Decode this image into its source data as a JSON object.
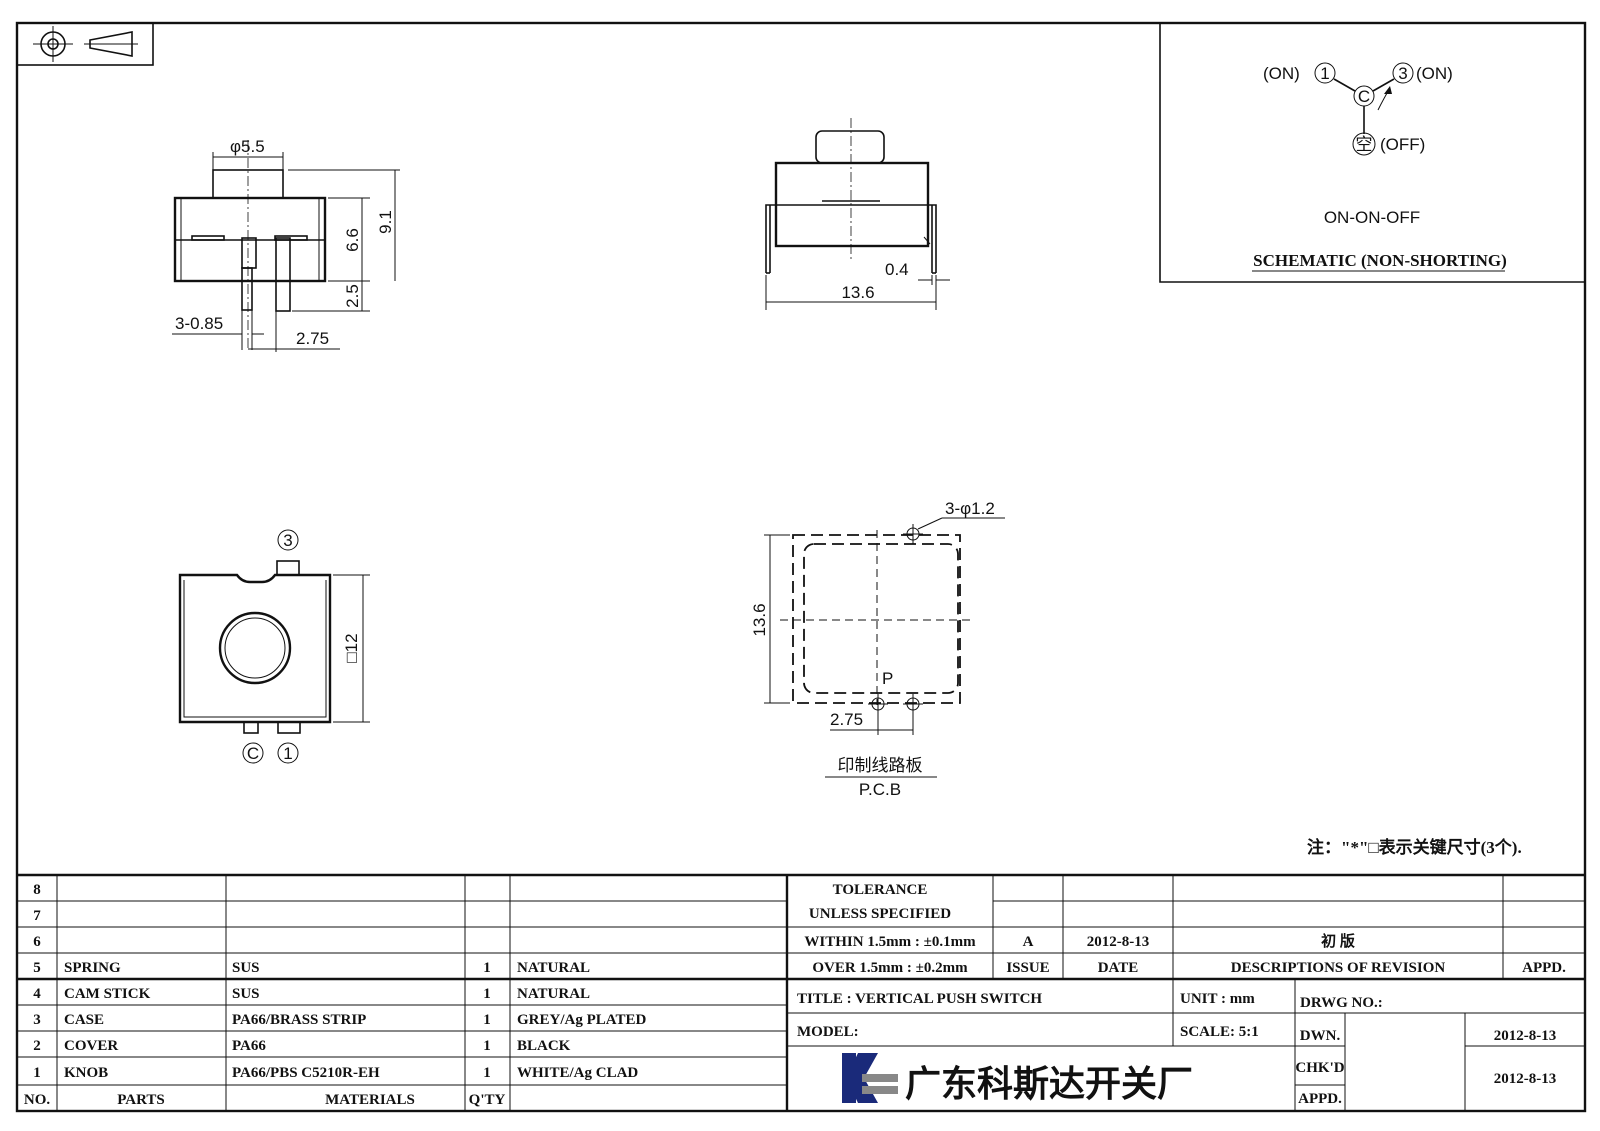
{
  "schematic": {
    "pin1_label": "(ON)",
    "pin1_num": "1",
    "pin3_num": "3",
    "pin3_label": "(ON)",
    "common": "C",
    "off_char": "空",
    "off_label": "(OFF)",
    "mode": "ON-ON-OFF",
    "caption": "SCHEMATIC (NON-SHORTING)"
  },
  "dims": {
    "knob_dia": "φ5.5",
    "height_body": "6.6",
    "height_total": "9.1",
    "pin_len": "2.5",
    "pin_width": "3-0.85",
    "pitch_side": "2.75",
    "pin_thick": "0.4",
    "width_front": "13.6",
    "square": "□12",
    "holes": "3-φ1.2",
    "pcb_height": "13.6",
    "pcb_pitch": "2.75",
    "p_mark": "P"
  },
  "bottom_view": {
    "pin3": "3",
    "pinC": "C",
    "pin1": "1"
  },
  "pcb": {
    "cn": "印制线路板",
    "en": "P.C.B"
  },
  "note": "注：\"*\"□表示关键尺寸(3个).",
  "parts_table": {
    "header": {
      "no": "NO.",
      "parts": "PARTS",
      "materials": "MATERIALS",
      "qty": "Q'TY"
    },
    "rows": [
      {
        "no": "8",
        "part": "",
        "material": "",
        "qty": "",
        "finish": ""
      },
      {
        "no": "7",
        "part": "",
        "material": "",
        "qty": "",
        "finish": ""
      },
      {
        "no": "6",
        "part": "",
        "material": "",
        "qty": "",
        "finish": ""
      },
      {
        "no": "5",
        "part": "SPRING",
        "material": "SUS",
        "qty": "1",
        "finish": "NATURAL"
      },
      {
        "no": "4",
        "part": "CAM STICK",
        "material": "SUS",
        "qty": "1",
        "finish": "NATURAL"
      },
      {
        "no": "3",
        "part": "CASE",
        "material": "PA66/BRASS STRIP",
        "qty": "1",
        "finish": "GREY/Ag PLATED"
      },
      {
        "no": "2",
        "part": "COVER",
        "material": "PA66",
        "qty": "1",
        "finish": "BLACK"
      },
      {
        "no": "1",
        "part": "KNOB",
        "material": "PA66/PBS C5210R-EH",
        "qty": "1",
        "finish": "WHITE/Ag CLAD"
      }
    ]
  },
  "tolerance": {
    "line1": "TOLERANCE",
    "line2": "UNLESS  SPECIFIED",
    "line3": "WITHIN 1.5mm : ±0.1mm",
    "line4": "OVER 1.5mm : ±0.2mm"
  },
  "revision": {
    "issue": "A",
    "date": "2012-8-13",
    "desc": "初 版",
    "h_issue": "ISSUE",
    "h_date": "DATE",
    "h_desc": "DESCRIPTIONS OF REVISION",
    "h_appd": "APPD."
  },
  "title_block": {
    "title": "TITLE :  VERTICAL PUSH SWITCH",
    "unit": "UNIT :  mm",
    "drwg": "DRWG NO.:",
    "model": "MODEL:",
    "scale": "SCALE:  5:1",
    "dwn": "DWN.",
    "dwn_date": "2012-8-13",
    "chkd": "CHK'D",
    "chkd_date": "2012-8-13",
    "appd": "APPD.",
    "company": "广东科斯达开关厂"
  },
  "colors": {
    "line": "#111111",
    "logo_blue": "#1a2a7a",
    "logo_gray": "#888888"
  }
}
